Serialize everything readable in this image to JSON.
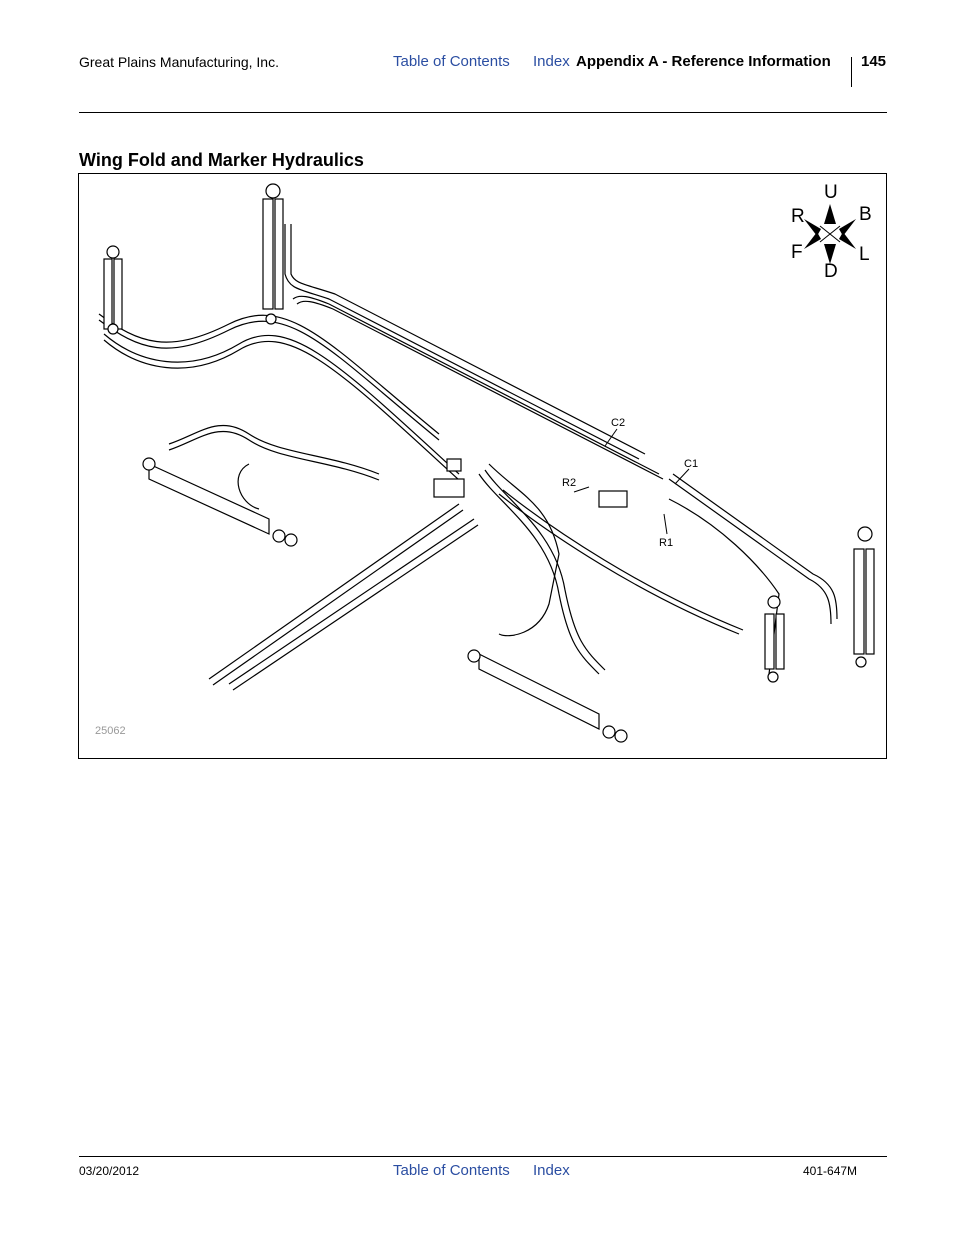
{
  "header": {
    "company": "Great Plains Manufacturing, Inc.",
    "toc_link": "Table of Contents",
    "index_link": "Index",
    "section": "Appendix A - Reference Information",
    "page_number": "145"
  },
  "page_title": "Wing Fold and Marker Hydraulics",
  "figure": {
    "number": "25062",
    "compass": {
      "up": "U",
      "right": "R",
      "back": "B",
      "front": "F",
      "left": "L",
      "down": "D"
    },
    "callouts": {
      "c2": "C2",
      "c1": "C1",
      "r2": "R2",
      "r1": "R1"
    }
  },
  "footer": {
    "date": "03/20/2012",
    "toc_link": "Table of Contents",
    "index_link": "Index",
    "doc_number": "401-647M"
  }
}
